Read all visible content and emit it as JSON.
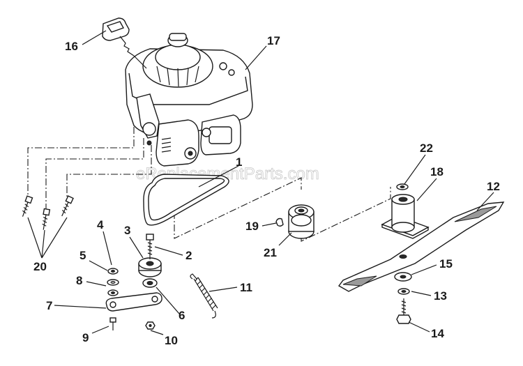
{
  "watermark": "eReplacementParts.com",
  "callouts": [
    {
      "id": "1",
      "label": "1"
    },
    {
      "id": "2",
      "label": "2"
    },
    {
      "id": "3",
      "label": "3"
    },
    {
      "id": "4",
      "label": "4"
    },
    {
      "id": "5",
      "label": "5"
    },
    {
      "id": "6",
      "label": "6"
    },
    {
      "id": "7",
      "label": "7"
    },
    {
      "id": "8",
      "label": "8"
    },
    {
      "id": "9",
      "label": "9"
    },
    {
      "id": "10",
      "label": "10"
    },
    {
      "id": "11",
      "label": "11"
    },
    {
      "id": "12",
      "label": "12"
    },
    {
      "id": "13",
      "label": "13"
    },
    {
      "id": "14",
      "label": "14"
    },
    {
      "id": "15",
      "label": "15"
    },
    {
      "id": "16",
      "label": "16"
    },
    {
      "id": "17",
      "label": "17"
    },
    {
      "id": "18",
      "label": "18"
    },
    {
      "id": "19",
      "label": "19"
    },
    {
      "id": "20",
      "label": "20"
    },
    {
      "id": "21",
      "label": "21"
    },
    {
      "id": "22",
      "label": "22"
    }
  ]
}
